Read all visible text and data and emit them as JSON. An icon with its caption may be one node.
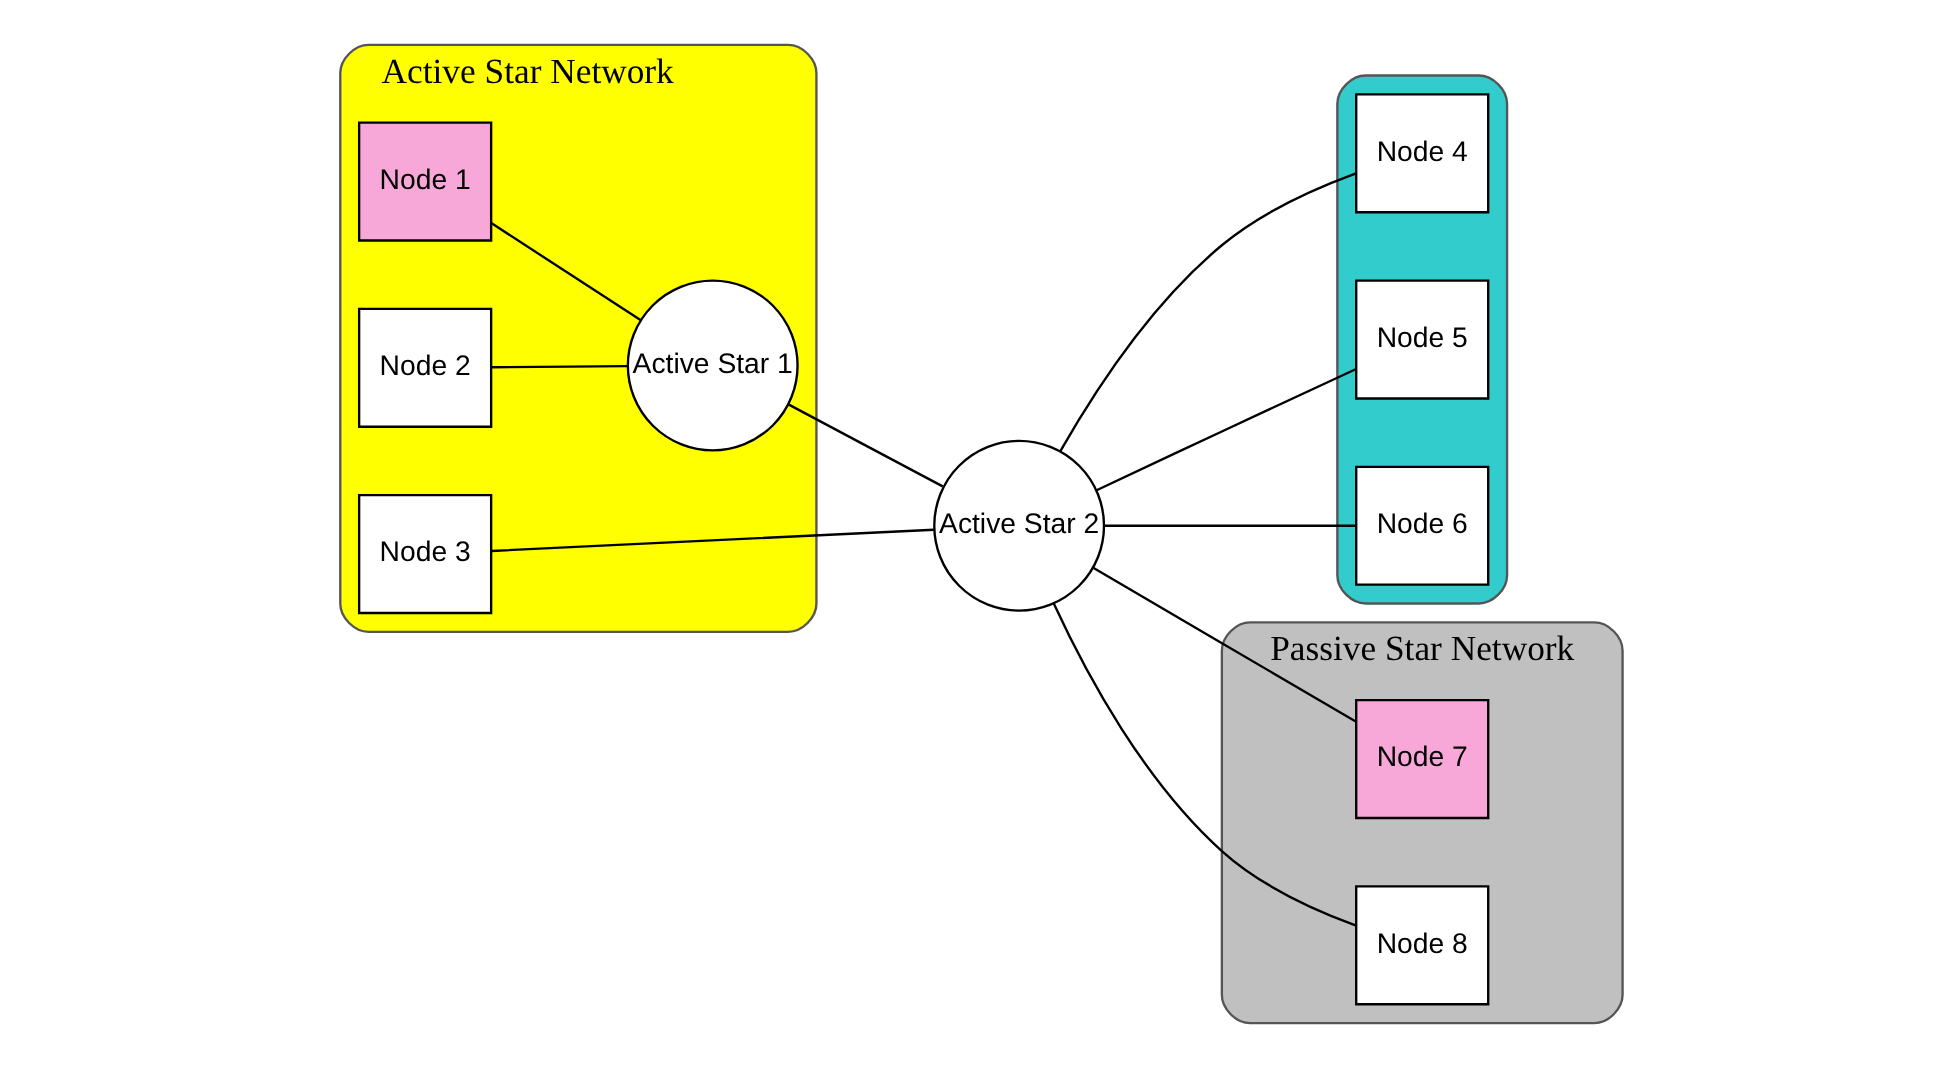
{
  "diagram": {
    "nodes": [
      {
        "text": [
          "Active Star Network"
        ]
      },
      {
        "text": [
          "Node 1"
        ],
        "in": 0
      },
      {
        "text": [
          "Node 2"
        ],
        "in": 0
      },
      {
        "text": [
          "Active Star 1"
        ],
        "in": 0
      },
      {
        "text": [
          "Node 3"
        ],
        "in": 0
      },
      {
        "text": [],
        "shape": "ellipse"
      },
      {
        "text": [
          "Node 4"
        ],
        "in": 5
      },
      {
        "text": [
          "Node 5"
        ],
        "in": 5
      },
      {
        "text": [
          "Node 6"
        ],
        "in": 5
      },
      {
        "text": [
          "Active Star 2"
        ]
      },
      {
        "text": [
          "Passive Star Network"
        ]
      },
      {
        "text": [
          "Node 7"
        ],
        "in": 10
      },
      {
        "text": [
          "Node 8"
        ],
        "in": 10
      }
    ],
    "edges": [
      {
        "from": 1,
        "to": 3,
        "arrow": "none"
      },
      {
        "from": 2,
        "to": 3,
        "arrow": "none"
      },
      {
        "from": 3,
        "to": 9,
        "arrow": "none"
      },
      {
        "from": 4,
        "to": 9,
        "arrow": "none"
      },
      {
        "from": 9,
        "to": 6,
        "arrow": "none"
      },
      {
        "from": 9,
        "to": 7,
        "arrow": "none"
      },
      {
        "from": 9,
        "to": 8,
        "arrow": "none"
      },
      {
        "from": 9,
        "to": 11,
        "arrow": "none"
      },
      {
        "from": 9,
        "to": 12,
        "arrow": "none"
      }
    ]
  }
}
